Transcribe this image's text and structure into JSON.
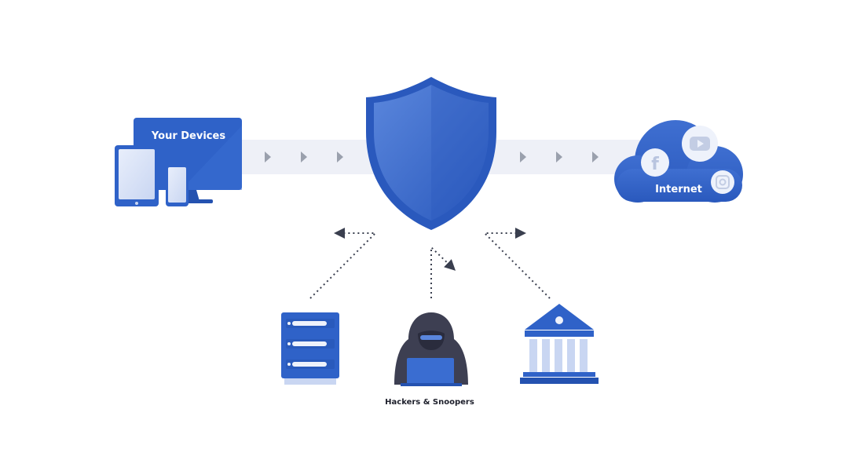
{
  "nodes": {
    "devices": {
      "label": "Your Devices"
    },
    "internet": {
      "label": "Internet"
    },
    "hackers": {
      "label": "Hackers & Snoopers"
    }
  },
  "icons": {
    "devices": "devices-icon",
    "shield": "vpn-shield-icon",
    "cloud": "internet-cloud-icon",
    "facebook": "facebook-icon",
    "youtube": "youtube-icon",
    "instagram": "instagram-icon",
    "server": "server-icon",
    "hacker": "hacker-icon",
    "government": "government-building-icon"
  },
  "colors": {
    "primary": "#2f62c8",
    "primary_dark": "#2452b0",
    "primary_light": "#5a86dc",
    "tunnel": "#eef0f7",
    "chevron": "#9aa0ad",
    "dotted": "#3a3f4f",
    "hood": "#3d3f52"
  }
}
